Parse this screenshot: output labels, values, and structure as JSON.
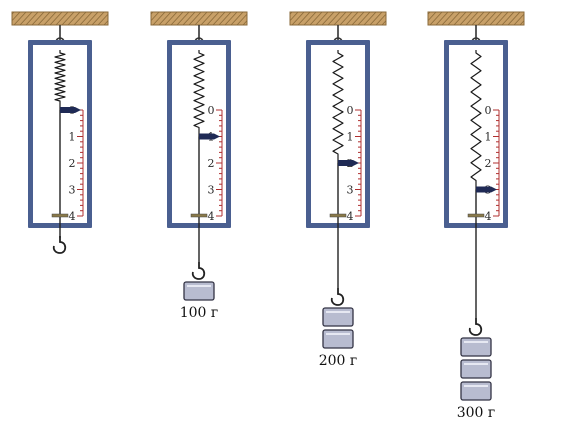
{
  "scale": {
    "marks": [
      "0",
      "1",
      "2",
      "3",
      "4"
    ]
  },
  "dynamometers": [
    {
      "id": "dyn-1",
      "reading": 0,
      "weights": 0,
      "label": ""
    },
    {
      "id": "dyn-2",
      "reading": 1,
      "weights": 1,
      "label": "100 г"
    },
    {
      "id": "dyn-3",
      "reading": 2,
      "weights": 2,
      "label": "200 г"
    },
    {
      "id": "dyn-4",
      "reading": 3,
      "weights": 3,
      "label": "300 г"
    }
  ],
  "colors": {
    "ceiling": "#c8a068",
    "ceiling_hatch": "#8a6a3a",
    "frame": "#4a5f90",
    "frame_inner": "#ffffff",
    "spring": "#1a1a1a",
    "scale_ticks": "#b03030",
    "pointer": "#1f2a55",
    "weight_fill": "#b8bcd0",
    "weight_stroke": "#333344"
  }
}
